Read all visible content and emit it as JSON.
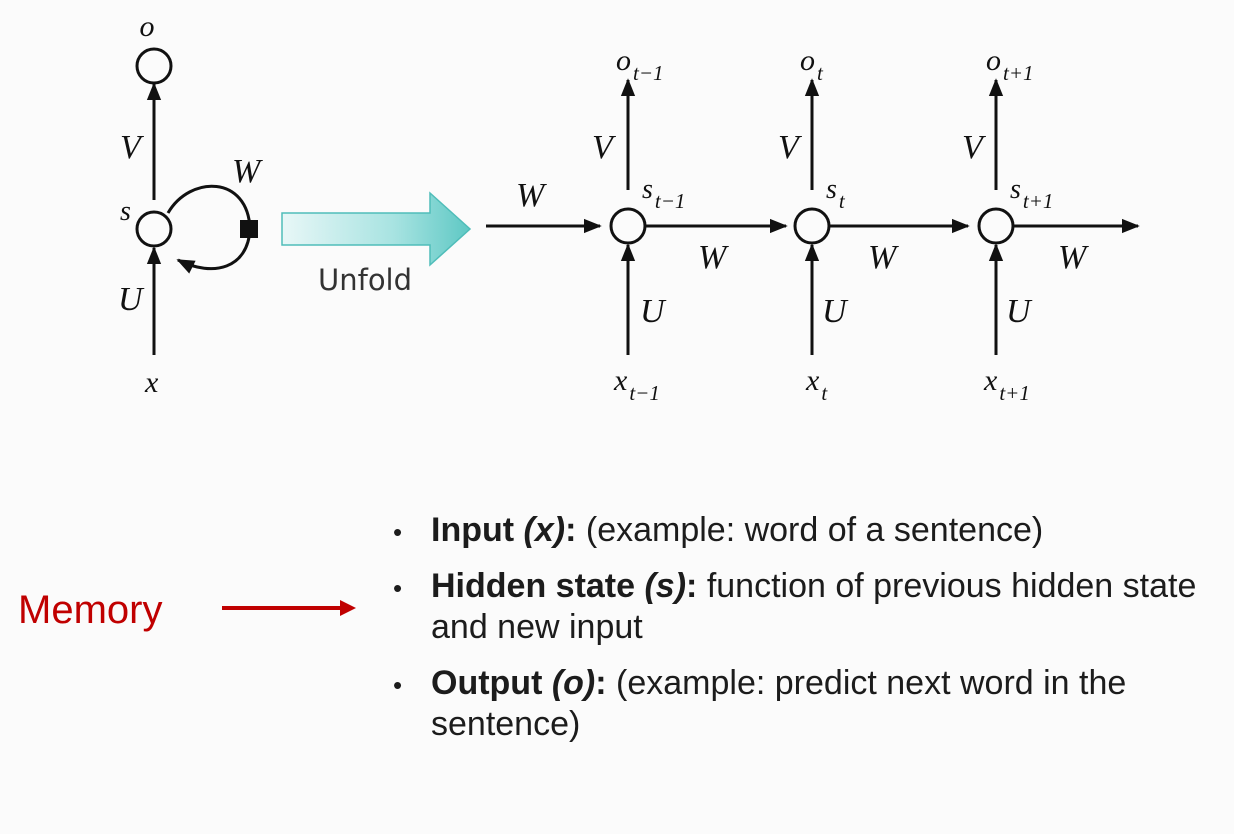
{
  "diagram": {
    "folded": {
      "o": "o",
      "s": "s",
      "x": "x",
      "V": "V",
      "U": "U",
      "W": "W"
    },
    "unfold_label": "Unfold",
    "unfold_arrow_color": "#6fcfcc",
    "incoming_w": "W",
    "steps": [
      {
        "o": "o",
        "o_sub": "t−1",
        "s": "s",
        "s_sub": "t−1",
        "x": "x",
        "x_sub": "t−1",
        "V": "V",
        "U": "U",
        "W": "W"
      },
      {
        "o": "o",
        "o_sub": "t",
        "s": "s",
        "s_sub": "t",
        "x": "x",
        "x_sub": "t",
        "V": "V",
        "U": "U",
        "W": "W"
      },
      {
        "o": "o",
        "o_sub": "t+1",
        "s": "s",
        "s_sub": "t+1",
        "x": "x",
        "x_sub": "t+1",
        "V": "V",
        "U": "U",
        "W": "W"
      }
    ]
  },
  "memory": {
    "label": "Memory",
    "color": "#c00000"
  },
  "bullets": [
    {
      "term": "Input ",
      "var": "(x)",
      "colon": ":",
      "text": " (example: word of a sentence)"
    },
    {
      "term": "Hidden state ",
      "var": "(s)",
      "colon": ":",
      "text": " function of previous hidden state and new input"
    },
    {
      "term": "Output ",
      "var": "(o)",
      "colon": ":",
      "text": " (example: predict next word in the sentence)"
    }
  ]
}
